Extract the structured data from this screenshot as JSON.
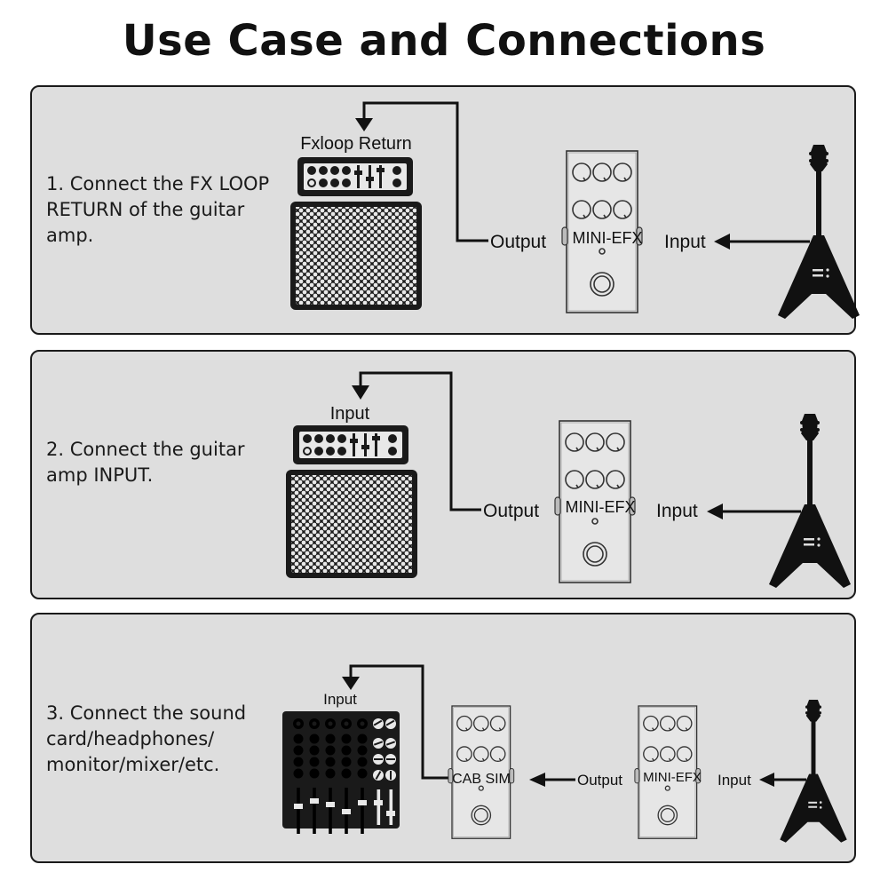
{
  "title": "Use Case and Connections",
  "steps": [
    {
      "number": 1,
      "description": "1. Connect the FX LOOP\nRETURN of the guitar\namp.",
      "destination_label": "Fxloop Return",
      "destination_device": "guitar-amp",
      "pedals": [
        "MINI-EFX"
      ],
      "output_label": "Output",
      "input_label": "Input",
      "source_device": "guitar"
    },
    {
      "number": 2,
      "description": "2. Connect the guitar\namp INPUT.",
      "destination_label": "Input",
      "destination_device": "guitar-amp",
      "pedals": [
        "MINI-EFX"
      ],
      "output_label": "Output",
      "input_label": "Input",
      "source_device": "guitar"
    },
    {
      "number": 3,
      "description": "3. Connect the sound\ncard/headphones/\nmonitor/mixer/etc.",
      "destination_label": "Input",
      "destination_device": "mixer",
      "pedals": [
        "CAB SIM",
        "MINI-EFX"
      ],
      "output_label": "Output",
      "input_label": "Input",
      "source_device": "guitar"
    }
  ],
  "colors": {
    "panel_bg": "#dedede",
    "ink": "#111111",
    "pedal_body": "#e6e6e6"
  }
}
